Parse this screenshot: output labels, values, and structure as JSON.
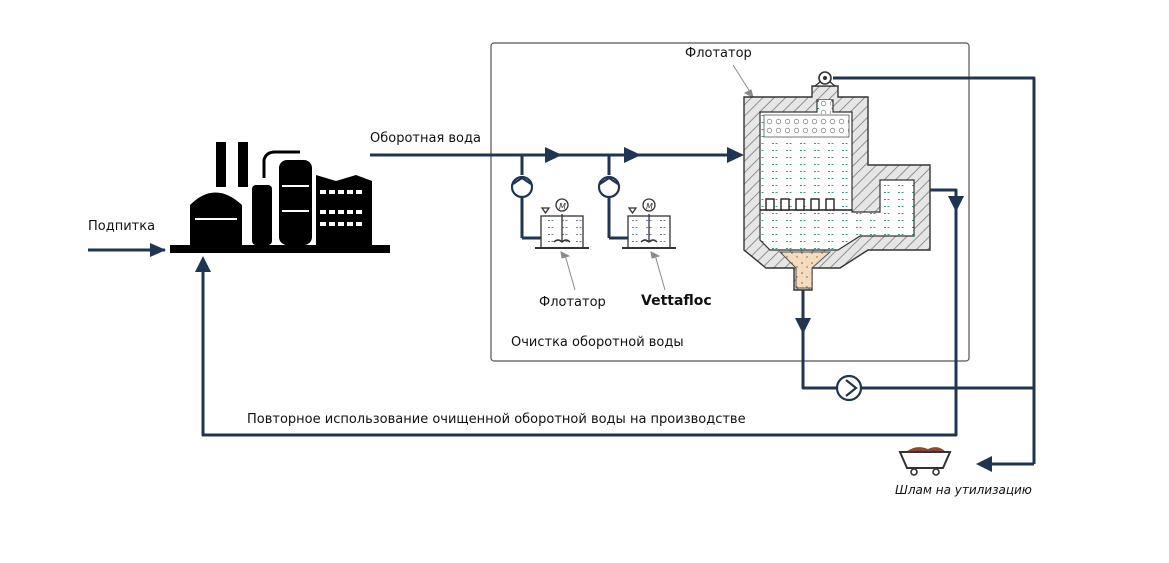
{
  "colors": {
    "line": "#1f3551",
    "box_border": "#555555",
    "hatch": "#7a7a7a",
    "water": "#3a9a8a",
    "sludge": "#f3dcc0",
    "cart": "#8a4a32",
    "factory": "#000000"
  },
  "labels": {
    "makeup": "Подпитка",
    "recycled_water": "Оборотная вода",
    "flotator_top": "Флотатор",
    "reagent_1": "Флотатор",
    "reagent_2": "Vettafloc",
    "treatment_box": "Очистка оборотной воды",
    "reuse": "Повторное использование очищенной оборотной воды на производстве",
    "sludge": "Шлам на утилизацию"
  },
  "icons": {
    "factory": "factory-icon",
    "pump": "pump-icon",
    "mixer_tank": "mixer-tank-icon",
    "flotator": "flotator-vessel-icon",
    "cart": "sludge-cart-icon"
  }
}
